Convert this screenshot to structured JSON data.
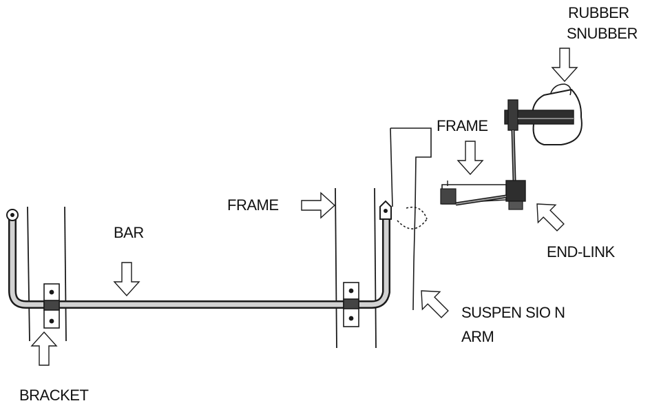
{
  "labels": {
    "rubber_snubber_line1": "RUBBER",
    "rubber_snubber_line2": "SNUBBER",
    "frame_top": "FRAME",
    "frame_left": "FRAME",
    "bar": "BAR",
    "end_link": "END-LINK",
    "suspension_arm_line1": "SUSPEN SIO N",
    "suspension_arm_line2": "ARM",
    "bracket": "BRACKET"
  },
  "colors": {
    "line": "#1a1a1a",
    "bar_fill": "#cfcfcf",
    "part_fill": "#3a3a3a",
    "arrow_fill": "#ffffff"
  }
}
